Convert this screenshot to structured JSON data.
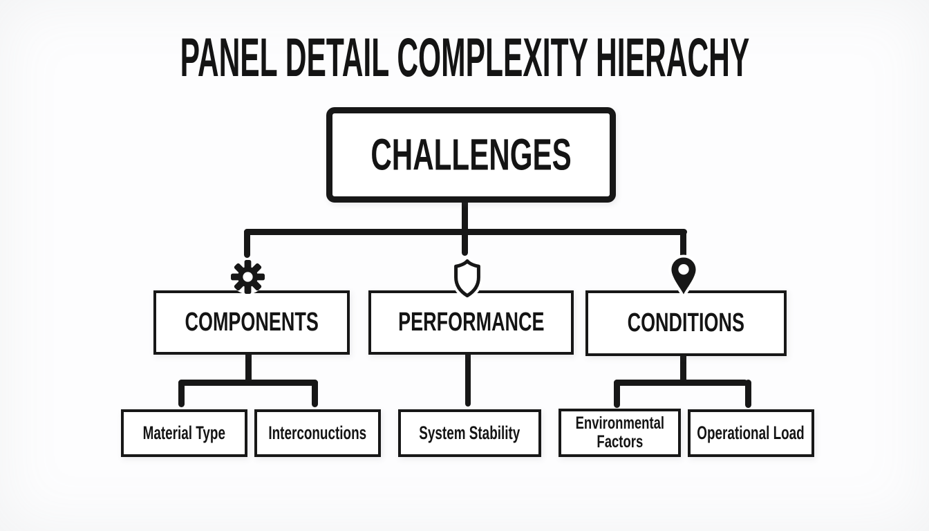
{
  "title": "PANEL DETAIL COMPLEXITY HIERACHY",
  "root": {
    "label": "CHALLENGES"
  },
  "branches": [
    {
      "label": "COMPONENTS",
      "icon": "gear",
      "children": [
        {
          "label": "Material Type"
        },
        {
          "label": "Interconuctions"
        }
      ]
    },
    {
      "label": "PERFORMANCE",
      "icon": "shield",
      "children": [
        {
          "label": "System Stability"
        }
      ]
    },
    {
      "label": "CONDITIONS",
      "icon": "location-pin",
      "children": [
        {
          "label": "Environmental Factors"
        },
        {
          "label": "Operational Load"
        }
      ]
    }
  ],
  "colors": {
    "ink": "#171717",
    "background": "#fdfdfe",
    "box_fill": "#ffffff"
  }
}
